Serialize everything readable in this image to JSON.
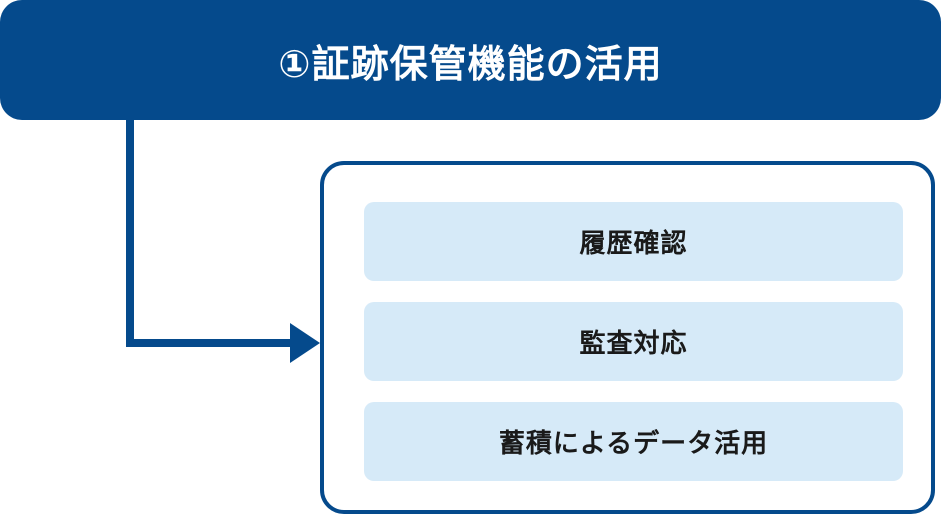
{
  "header": {
    "title": "①証跡保管機能の活用"
  },
  "panel": {
    "items": [
      {
        "label": "履歴確認"
      },
      {
        "label": "監査対応"
      },
      {
        "label": "蓄積によるデータ活用"
      }
    ]
  },
  "colors": {
    "primary": "#054a8c",
    "item_background": "#d6eaf8",
    "text_dark": "#1a1a1a",
    "text_light": "#ffffff"
  },
  "icons": {
    "connector": "arrow-right-icon"
  }
}
